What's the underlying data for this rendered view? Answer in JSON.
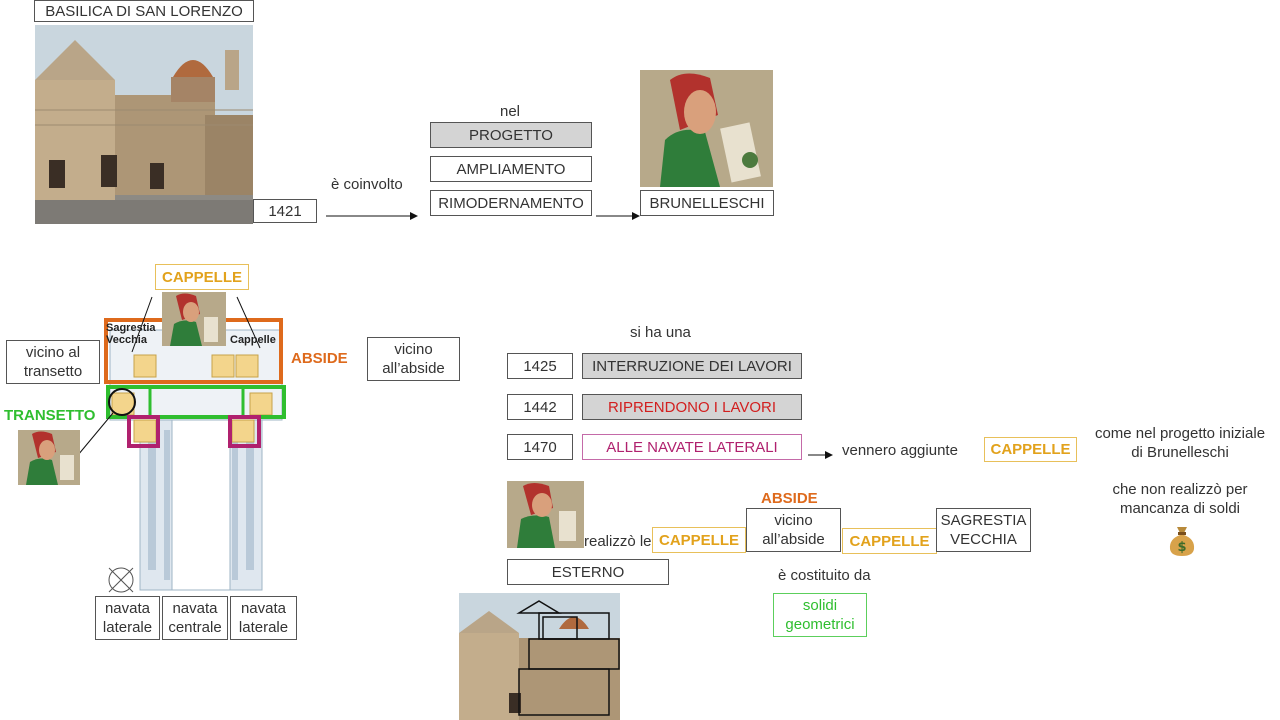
{
  "top": {
    "basilica_title": "BASILICA DI SAN LORENZO",
    "year_1421": "1421",
    "coinvolto": "è coinvolto",
    "nel": "nel",
    "progetto": "PROGETTO",
    "ampliamento": "AMPLIAMENTO",
    "rimodernamento": "RIMODERNAMENTO",
    "brunelleschi": "BRUNELLESCHI"
  },
  "plan": {
    "cappelle": "CAPPELLE",
    "abside": "ABSIDE",
    "transetto": "TRANSETTO",
    "vicino_transetto": "vicino al transetto",
    "vicino_abside": "vicino all’abside",
    "sagrestia_label": "Sagrestia Vecchia",
    "cappelle_label": "Cappelle",
    "navata_laterale_left": "navata laterale",
    "navata_centrale": "navata centrale",
    "navata_laterale_right": "navata laterale"
  },
  "timeline": {
    "si_ha_una": "si ha una",
    "rows": [
      {
        "year": "1425",
        "event": "INTERRUZIONE DEI LAVORI"
      },
      {
        "year": "1442",
        "event": "RIPRENDONO I LAVORI"
      },
      {
        "year": "1470",
        "event": "ALLE NAVATE LATERALI"
      }
    ],
    "vennero_aggiunte": "vennero aggiunte",
    "cappelle": "CAPPELLE",
    "come_nel_progetto": "come nel progetto iniziale di Brunelleschi",
    "che_non_realizzo": "che non realizzò per mancanza di soldi",
    "money_icon": "money-bag-icon"
  },
  "bottom": {
    "realizzo_le": "realizzò le",
    "cappelle_1": "CAPPELLE",
    "abside": "ABSIDE",
    "vicino_abside": "vicino all’abside",
    "cappelle_2": "CAPPELLE",
    "sagrestia_vecchia": "SAGRESTIA VECCHIA",
    "esterno": "ESTERNO",
    "costituito_da": "è costituito da",
    "solidi_geometrici": "solidi geometrici"
  },
  "colors": {
    "orange": "#de6a1c",
    "green": "#2fbe2f",
    "magenta": "#b0216e",
    "yellow": "#e2a21c",
    "red": "#d21f1f"
  }
}
